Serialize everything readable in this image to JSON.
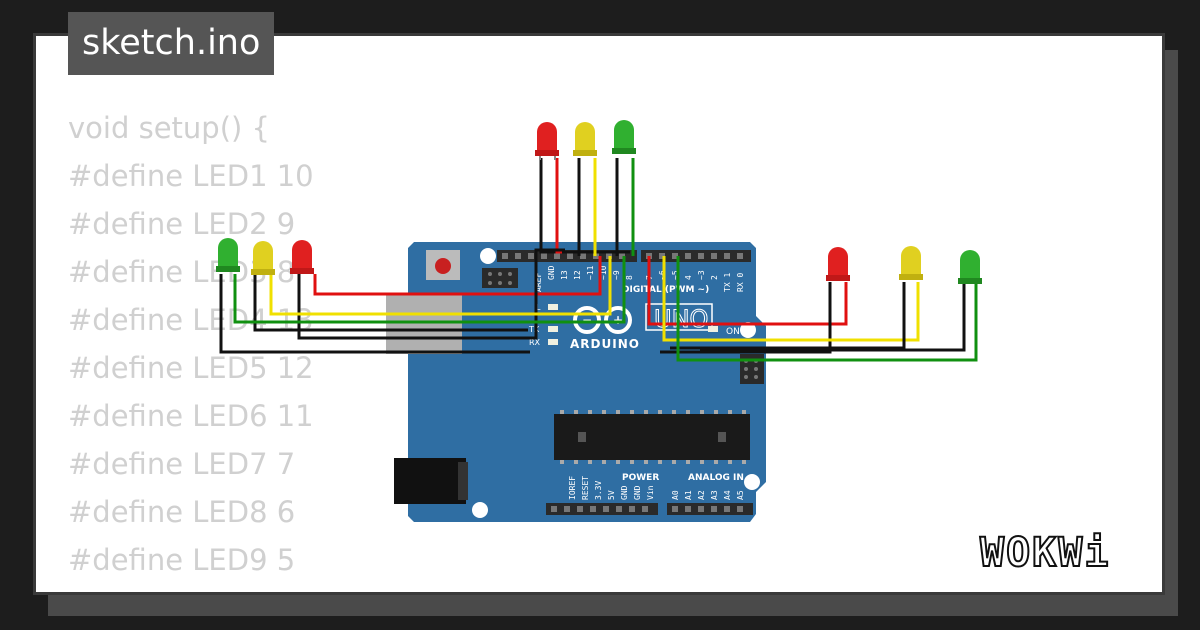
{
  "file_tab": {
    "label": "sketch.ino"
  },
  "code_lines": [
    "void setup() {",
    "#define LED1 10",
    "#define LED2 9",
    "#define LED3 8",
    "#define LED4 13",
    "#define LED5 12",
    "#define LED6 11",
    "#define LED7 7",
    "#define LED8 6",
    "#define LED9 5"
  ],
  "board": {
    "brand": "ARDUINO",
    "model": "UNO",
    "on_label": "ON",
    "digital_label": "DIGITAL (PWM ~)",
    "power_label": "POWER",
    "analog_label": "ANALOG IN",
    "aref_label": "AREF",
    "gnd_label": "GND",
    "top_pins": [
      "13",
      "12",
      "~11",
      "~10",
      "~9",
      "8",
      "7",
      "~6",
      "~5",
      "4",
      "~3",
      "2",
      "TX 1",
      "RX 0"
    ],
    "power_pins": [
      "IOREF",
      "RESET",
      "3.3V",
      "5V",
      "GND",
      "GND",
      "Vin"
    ],
    "analog_pins": [
      "A0",
      "A1",
      "A2",
      "A3",
      "A4",
      "A5"
    ],
    "l_label": "L",
    "tx_label": "TX",
    "rx_label": "RX",
    "color": "#2f6ea3"
  },
  "logo": {
    "text": "WOKWi"
  },
  "colors": {
    "background": "#1d1d1d",
    "card": "#ffffff",
    "tab": "#555555",
    "code_text": "#d0d0d0",
    "wire_red": "#e01010",
    "wire_yellow": "#f0e000",
    "wire_green": "#109010",
    "wire_black": "#111111",
    "led_red": "#e02020",
    "led_yellow": "#e0d020",
    "led_green": "#30b030"
  }
}
